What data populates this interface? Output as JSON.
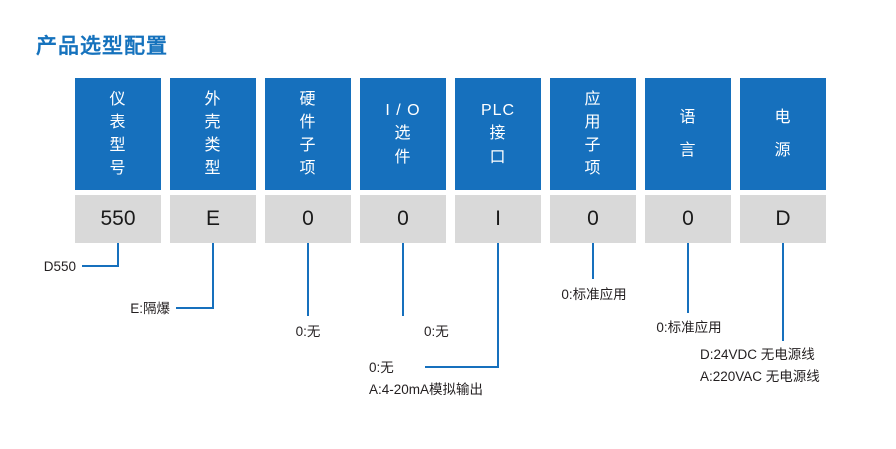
{
  "page": {
    "title": "产品选型配置",
    "accent_color": "#1670bd",
    "title_color": "#1572bd",
    "value_cell_color": "#d9d9d9",
    "text_color": "#231f20"
  },
  "columns": [
    {
      "header_lines": [
        "仪",
        "表",
        "型",
        "号"
      ],
      "value": "550",
      "key": "model"
    },
    {
      "header_lines": [
        "外",
        "壳",
        "类",
        "型"
      ],
      "value": "E",
      "key": "enclosure"
    },
    {
      "header_lines": [
        "硬",
        "件",
        "子",
        "项"
      ],
      "value": "0",
      "key": "hardware-sub"
    },
    {
      "header_lines": [
        "I / O",
        "选",
        "件"
      ],
      "value": "0",
      "key": "io-option"
    },
    {
      "header_lines": [
        "PLC",
        "接",
        "口"
      ],
      "value": "I",
      "key": "plc-interface"
    },
    {
      "header_lines": [
        "应",
        "用",
        "子",
        "项"
      ],
      "value": "0",
      "key": "application-sub"
    },
    {
      "header_lines": [
        "语",
        "言"
      ],
      "value": "0",
      "key": "language"
    },
    {
      "header_lines": [
        "电",
        "源"
      ],
      "value": "D",
      "key": "power-supply"
    }
  ],
  "annotations": [
    {
      "key": "model",
      "lines": [
        "D550"
      ]
    },
    {
      "key": "enclosure",
      "lines": [
        "E:隔爆"
      ]
    },
    {
      "key": "hardware-sub",
      "lines": [
        "0:无"
      ]
    },
    {
      "key": "io-option",
      "lines": [
        "0:无"
      ]
    },
    {
      "key": "plc-interface",
      "lines": [
        "0:无",
        "A:4-20mA模拟输出"
      ]
    },
    {
      "key": "application-sub",
      "lines": [
        "0:标准应用"
      ]
    },
    {
      "key": "language",
      "lines": [
        "0:标准应用"
      ]
    },
    {
      "key": "power-supply",
      "lines": [
        "D:24VDC 无电源线",
        "A:220VAC 无电源线"
      ]
    }
  ],
  "annotation_text": {
    "model_0": "D550",
    "enclosure_0": "E:隔爆",
    "hardware_0": "0:无",
    "io_0": "0:无",
    "plc_0": "0:无",
    "plc_1": "A:4-20mA模拟输出",
    "application_0": "0:标准应用",
    "language_0": "0:标准应用",
    "power_0": "D:24VDC 无电源线",
    "power_1": "A:220VAC 无电源线"
  }
}
